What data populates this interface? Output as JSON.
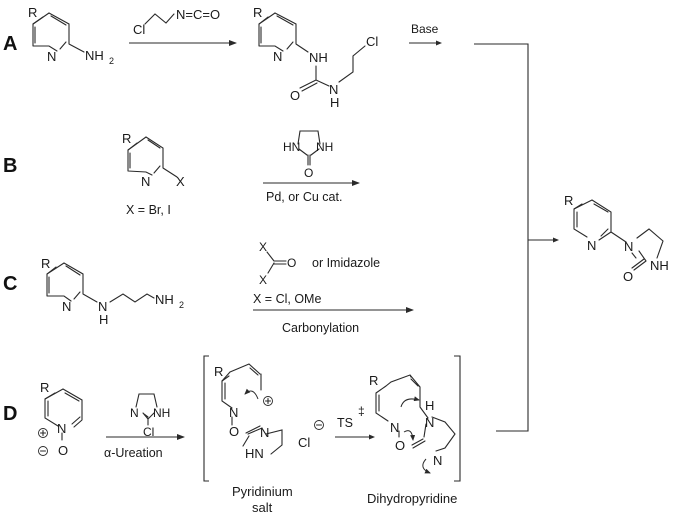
{
  "scheme": {
    "routes": [
      {
        "id": "A",
        "label": "A",
        "start_material": {
          "substituent": "R",
          "ring_n": "N",
          "group": "NH",
          "group_sub": "2"
        },
        "reagent": {
          "cl": "Cl",
          "isocyanate": "N=C=O"
        },
        "intermediate": {
          "substituent": "R",
          "ring_n": "N",
          "nh1": "NH",
          "o": "O",
          "n2": "N",
          "h2": "H",
          "cl": "Cl"
        },
        "step2_condition": "Base"
      },
      {
        "id": "B",
        "label": "B",
        "start_material": {
          "substituent": "R",
          "ring_n": "N",
          "halide": "X"
        },
        "definition": "X = Br, I",
        "reagent": {
          "hn": "HN",
          "nh": "NH",
          "o": "O"
        },
        "condition_below": "Pd, or Cu cat."
      },
      {
        "id": "C",
        "label": "C",
        "start_material": {
          "substituent": "R",
          "ring_n": "N",
          "nh": "N",
          "h": "H",
          "amine": "NH",
          "amine_sub": "2"
        },
        "reagent": {
          "x_top": "X",
          "x_bottom": "X",
          "o": "O",
          "alternative": "or Imidazole"
        },
        "definition": "X = Cl, OMe",
        "condition_below": "Carbonylation"
      },
      {
        "id": "D",
        "label": "D",
        "start_material": {
          "substituent": "R",
          "ring_n": "N",
          "o": "O",
          "plus": "+",
          "minus": "−"
        },
        "reagent": {
          "n": "N",
          "nh": "NH",
          "cl": "Cl"
        },
        "condition_below": "α-Ureation",
        "intermediate_1": {
          "substituent": "R",
          "ring_n": "N",
          "o": "O",
          "n": "N",
          "hn": "HN",
          "counterion": "Cl",
          "caption_line1": "Pyridinium",
          "caption_line2": "salt"
        },
        "transition": {
          "label": "TS",
          "symbol": "‡"
        },
        "intermediate_2": {
          "substituent": "R",
          "ring_n": "N",
          "o": "O",
          "n1": "N",
          "n2": "N",
          "h": "H",
          "caption": "Dihydropyridine"
        }
      }
    ],
    "product": {
      "substituent": "R",
      "ring_n": "N",
      "n": "N",
      "nh": "NH",
      "o": "O"
    }
  }
}
